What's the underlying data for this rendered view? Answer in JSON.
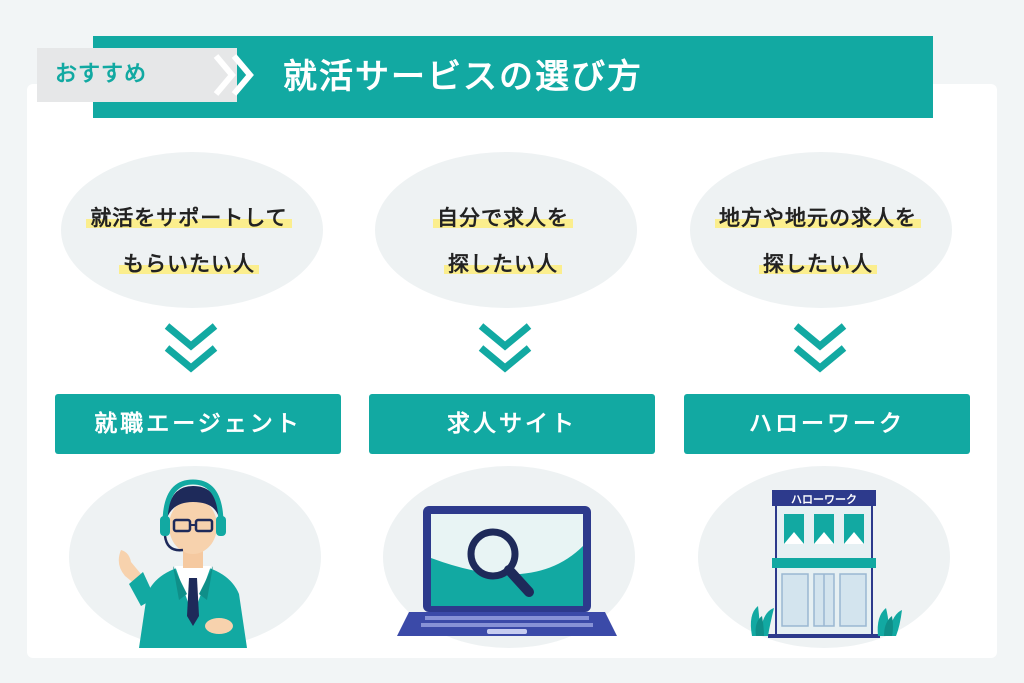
{
  "tag": {
    "label": "おすすめ"
  },
  "header": {
    "title": "就活サービスの選び方"
  },
  "columns": [
    {
      "line1": "就活をサポートして",
      "line2": "もらいたい人",
      "label": "就職エージェント",
      "illustration": "headset-agent-illustration"
    },
    {
      "line1": "自分で求人を",
      "line2": "探したい人",
      "label": "求人サイト",
      "illustration": "laptop-search-illustration"
    },
    {
      "line1": "地方や地元の求人を",
      "line2": "探したい人",
      "label": "ハローワーク",
      "sign": "ハローワーク",
      "illustration": "office-building-illustration"
    }
  ],
  "colors": {
    "accent": "#12a9a2",
    "highlight": "#fbee8d",
    "bubble": "#eef2f3",
    "tag_bg": "#e6e7e8"
  }
}
